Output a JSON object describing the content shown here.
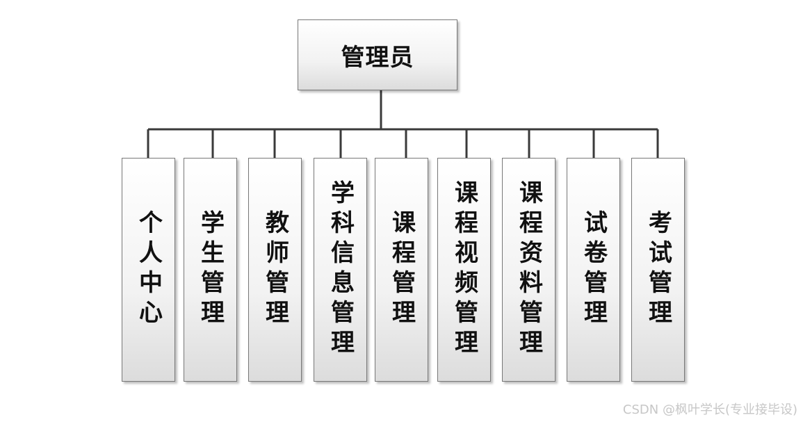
{
  "root": {
    "label": "管理员"
  },
  "children": [
    {
      "label": "个人中心"
    },
    {
      "label": "学生管理"
    },
    {
      "label": "教师管理"
    },
    {
      "label": "学科信息管理"
    },
    {
      "label": "课程管理"
    },
    {
      "label": "课程视频管理"
    },
    {
      "label": "课程资料管理"
    },
    {
      "label": "试卷管理"
    },
    {
      "label": "考试管理"
    }
  ],
  "watermark": "CSDN @枫叶学长(专业接毕设)",
  "colors": {
    "line": "#3a3a3a",
    "border": "#777777",
    "text": "#111111",
    "watermark": "#c7c7c7"
  }
}
